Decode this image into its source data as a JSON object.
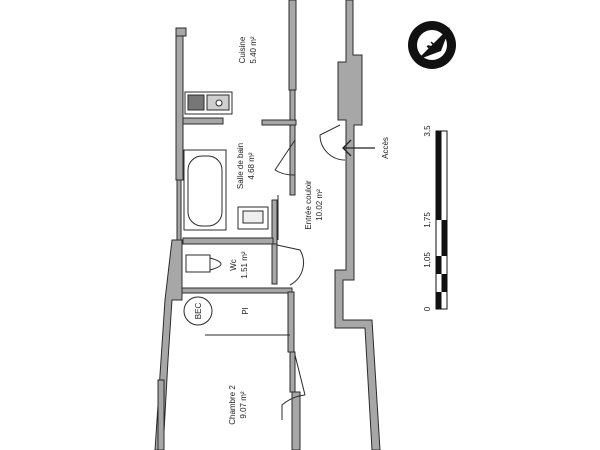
{
  "rooms": {
    "cuisine": {
      "name": "Cuisine",
      "area": "5.40 m²"
    },
    "salle_de_bain": {
      "name": "Salle de bain",
      "area": "4.68 m²"
    },
    "entree_couloir": {
      "name": "Entrée couloir",
      "area": "10.02 m²"
    },
    "wc": {
      "name": "Wc",
      "area": "1.51 m²"
    },
    "chambre2": {
      "name": "Chambre 2",
      "area": "9.07 m²"
    }
  },
  "fixtures": {
    "bec": "BEC",
    "pl": "Pl"
  },
  "access_label": "Accès",
  "compass_letter": "N",
  "scale_ticks": [
    "0",
    "1,05",
    "1,75",
    "3,5"
  ]
}
